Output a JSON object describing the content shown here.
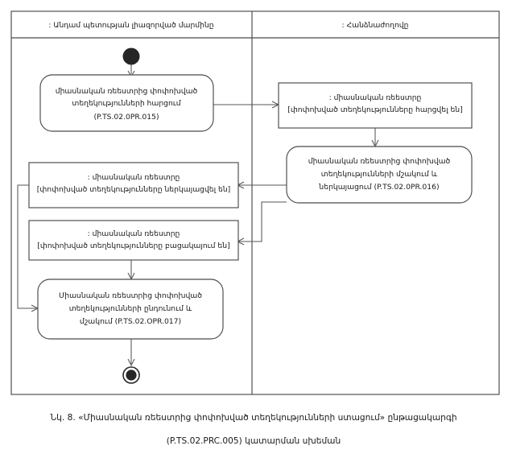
{
  "diagram": {
    "type": "uml-activity-diagram",
    "lanes": [
      {
        "id": "lane-left",
        "title": ": Անդամ պետության լիազորված մարմինը"
      },
      {
        "id": "lane-right",
        "title": ": Հանձնաժողովը"
      }
    ],
    "nodes": {
      "start": {
        "kind": "initial-node"
      },
      "end": {
        "kind": "final-node"
      },
      "activity_request": {
        "kind": "activity",
        "lines": [
          "միասնական ռեեստրից փոփոխված",
          "տեղեկությունների հարցում",
          "(P.TS.02.0PR.015)"
        ]
      },
      "object_requested": {
        "kind": "object",
        "lines": [
          ": միասնական ռեեստրը",
          "[փոփոխված տեղեկությունները հարցվել են]"
        ]
      },
      "activity_process": {
        "kind": "activity",
        "lines": [
          "միասնական ռեեստրից փոփոխված",
          "տեղեկությունների մշակում և",
          "ներկայացում (P.TS.02.0PR.016)"
        ]
      },
      "object_presented": {
        "kind": "object",
        "lines": [
          ": միասնական ռեեստրը",
          "[փոփոխված տեղեկությունները ներկայացվել են]"
        ]
      },
      "object_absent": {
        "kind": "object",
        "lines": [
          ": միասնական ռեեստրը",
          "[փոփոխված տեղեկությունները բացակայում են]"
        ]
      },
      "activity_receive": {
        "kind": "activity",
        "lines": [
          "Միասնական ռեեստրից փոփոխված",
          "տեղեկությունների ընդունում և",
          "մշակում (P.TS.02.OPR.017)"
        ]
      }
    },
    "colors": {
      "stroke": "#4a4a4a",
      "connector": "#555555",
      "node": "#262626",
      "background": "#ffffff"
    }
  },
  "caption": {
    "line1": "Նկ. 8. «Միասնական ռեեստրից փոփոխված տեղեկությունների ստացում» ընթացակարգի",
    "line2": "(P.TS.02.PRC.005) կատարման սխեման"
  }
}
